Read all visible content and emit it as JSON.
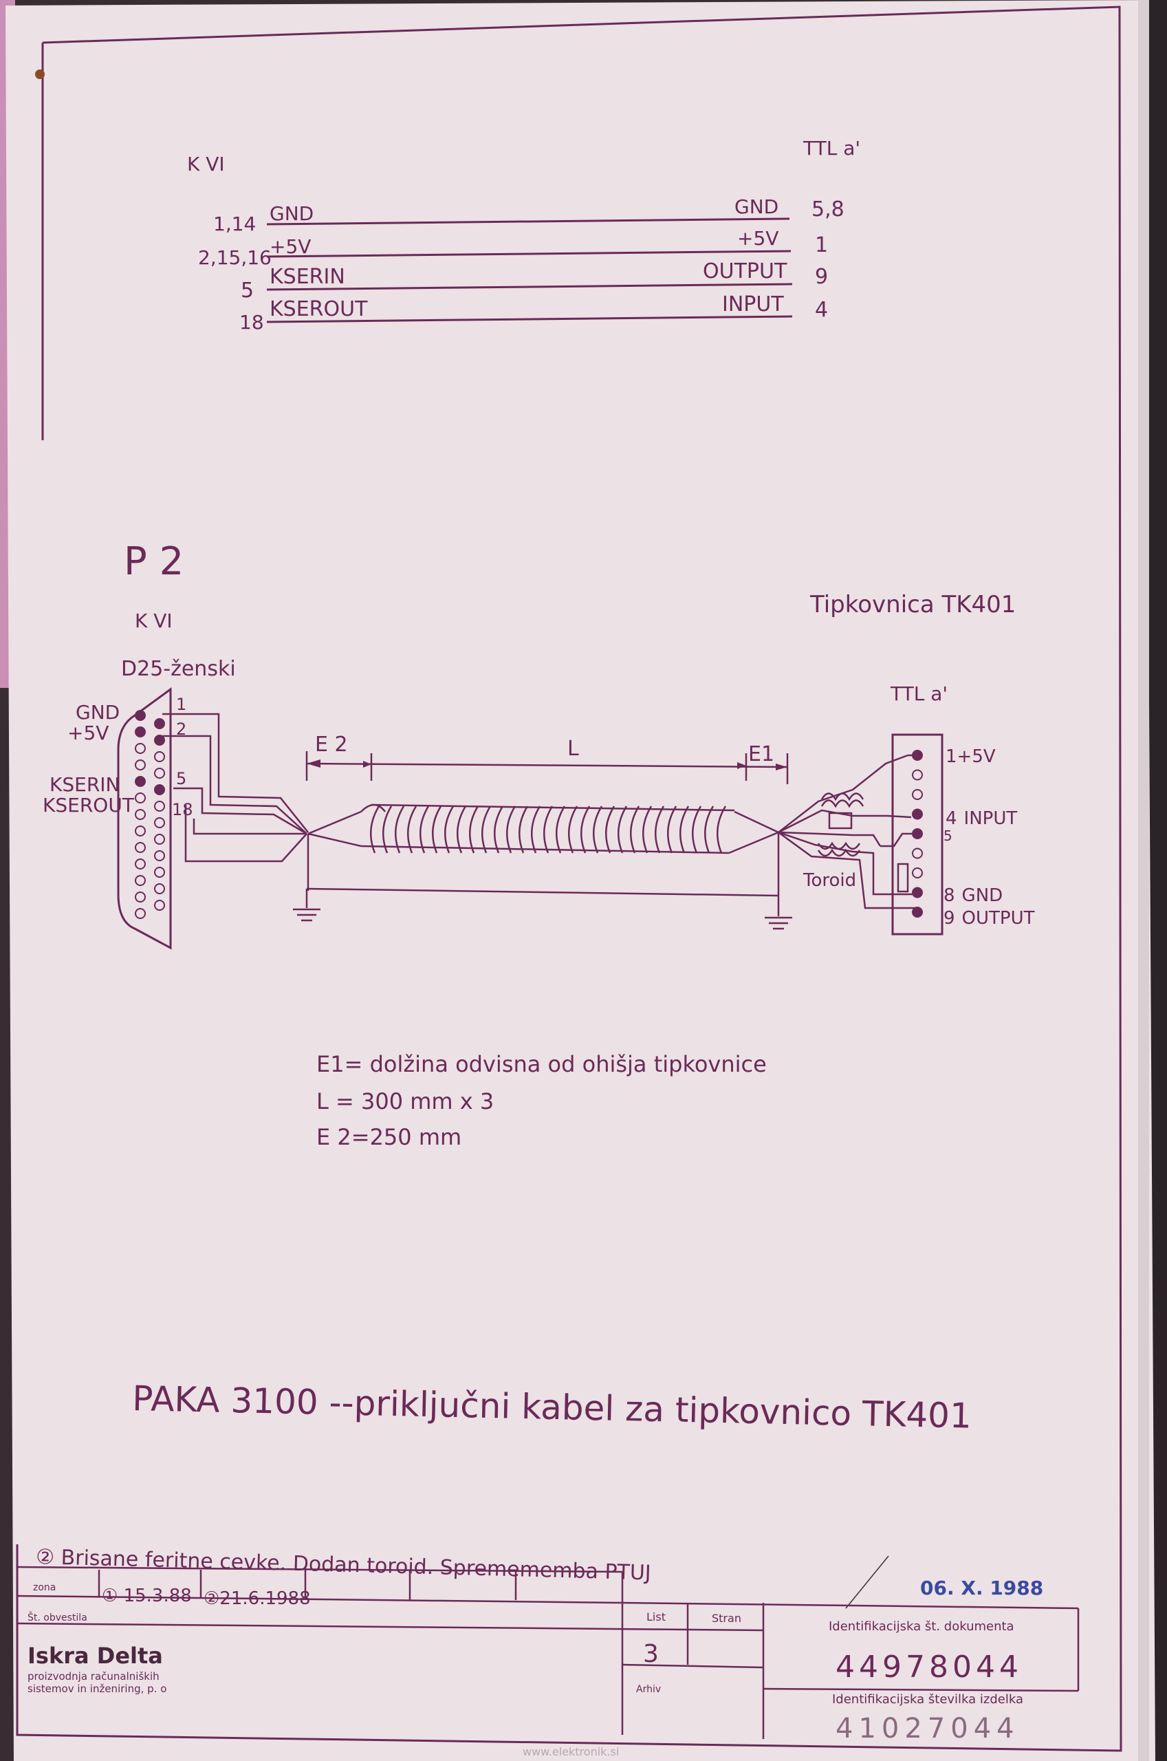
{
  "top_table": {
    "left_header": "K VI",
    "right_header": "TTL a'",
    "rows": [
      {
        "left_pin": "1,14",
        "left_signal": "GND",
        "right_signal": "GND",
        "right_pin": "5,8"
      },
      {
        "left_pin": "2,15,16",
        "left_signal": "+5V",
        "right_signal": "+5V",
        "right_pin": "1"
      },
      {
        "left_pin": "5",
        "left_signal": "KSERIN",
        "right_signal": "OUTPUT",
        "right_pin": "9"
      },
      {
        "left_pin": "18",
        "left_signal": "KSEROUT",
        "right_signal": "INPUT",
        "right_pin": "4"
      }
    ]
  },
  "section": {
    "title": "P 2",
    "kvi_label": "K VI",
    "connector_label": "D25-ženski",
    "keyboard_label": "Tipkovnica TK401",
    "ttl_label": "TTL a'"
  },
  "left_connector": {
    "gnd": "GND",
    "vcc": "+5V",
    "kserin": "KSERIN",
    "kserout": "KSEROUT",
    "pins": [
      "1",
      "2",
      "5",
      "18"
    ]
  },
  "cable": {
    "e2": "E 2",
    "l": "L",
    "e1": "E1",
    "toroid": "Toroid"
  },
  "right_connector": {
    "pins": [
      "1",
      "4",
      "5",
      "8",
      "9"
    ],
    "labels": [
      "+5V",
      "INPUT",
      "",
      "GND",
      "OUTPUT"
    ]
  },
  "notes": [
    "E1= dolžina  odvisna od ohišja tipkovnice",
    "L = 300 mm  x 3",
    "E 2=250 mm"
  ],
  "main_title": "PAKA 3100 --priključni kabel za tipkovnico TK401",
  "title_block": {
    "revision_note": "② Brisane feritne cevke. Dodan toroid. Spremememba PTUJ",
    "stamp_date": "06. X. 1988",
    "zone_label": "zona",
    "rev1": "① 15.3.88",
    "rev2": "②21.6.1988",
    "change_label": "Št. obvestila",
    "list_label": "List",
    "page_label": "Stran",
    "doc_id_label": "Identifikacijska št. dokumenta",
    "company": "Iskra Delta",
    "company_sub1": "proizvodnja računalniških",
    "company_sub2": "sistemov in inženiring, p. o",
    "sheet_no": "3",
    "archive_label": "Arhiv",
    "doc_id": "44978044",
    "product_id_label": "Identifikacijska številka izdelka",
    "product_id": "41027044"
  },
  "watermark": "www.elektronik.si"
}
